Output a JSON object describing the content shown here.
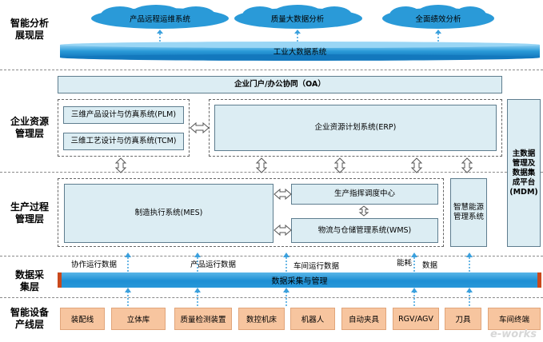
{
  "layers": {
    "presentation": [
      "智能分析",
      "展现层"
    ],
    "enterprise": [
      "企业资源",
      "管理层"
    ],
    "production": [
      "生产过程",
      "管理层"
    ],
    "data": [
      "数据采",
      "集层"
    ],
    "device": [
      "智能设备",
      "产线层"
    ]
  },
  "clouds": [
    "产品远程运维系统",
    "质量大数据分析",
    "全面绩效分析"
  ],
  "industrial_big_data": "工业大数据系统",
  "enterprise": {
    "oa": "企业门户/办公协同（OA）",
    "plm": "三维产品设计与仿真系统(PLM)",
    "tcm": "三维工艺设计与仿真系统(TCM)",
    "erp": "企业资源计划系统(ERP)",
    "mdm": "主数据管理及数据集成平台(MDM)"
  },
  "production": {
    "mes": "制造执行系统(MES)",
    "dispatch": "生产指挥调度中心",
    "wms": "物流与仓储管理系统(WMS)",
    "energy": "智慧能源管理系统"
  },
  "data_flows": [
    "协作运行数据",
    "产品运行数据",
    "车间运行数据",
    "能耗",
    "数据"
  ],
  "data_bar": "数据采集与管理",
  "devices": [
    "装配线",
    "立体库",
    "质量检测装置",
    "数控机床",
    "机器人",
    "自动夹具",
    "RGV/AGV",
    "刀具",
    "车间终端"
  ],
  "watermark": "e-works",
  "colors": {
    "box_fill": "#dcedf3",
    "box_border": "#5e7d8e",
    "cloud_fill": "#2a9ad8",
    "device_fill": "#f7c59f",
    "arrow": "#3aa0dd",
    "bar_end": "#c9491c"
  }
}
